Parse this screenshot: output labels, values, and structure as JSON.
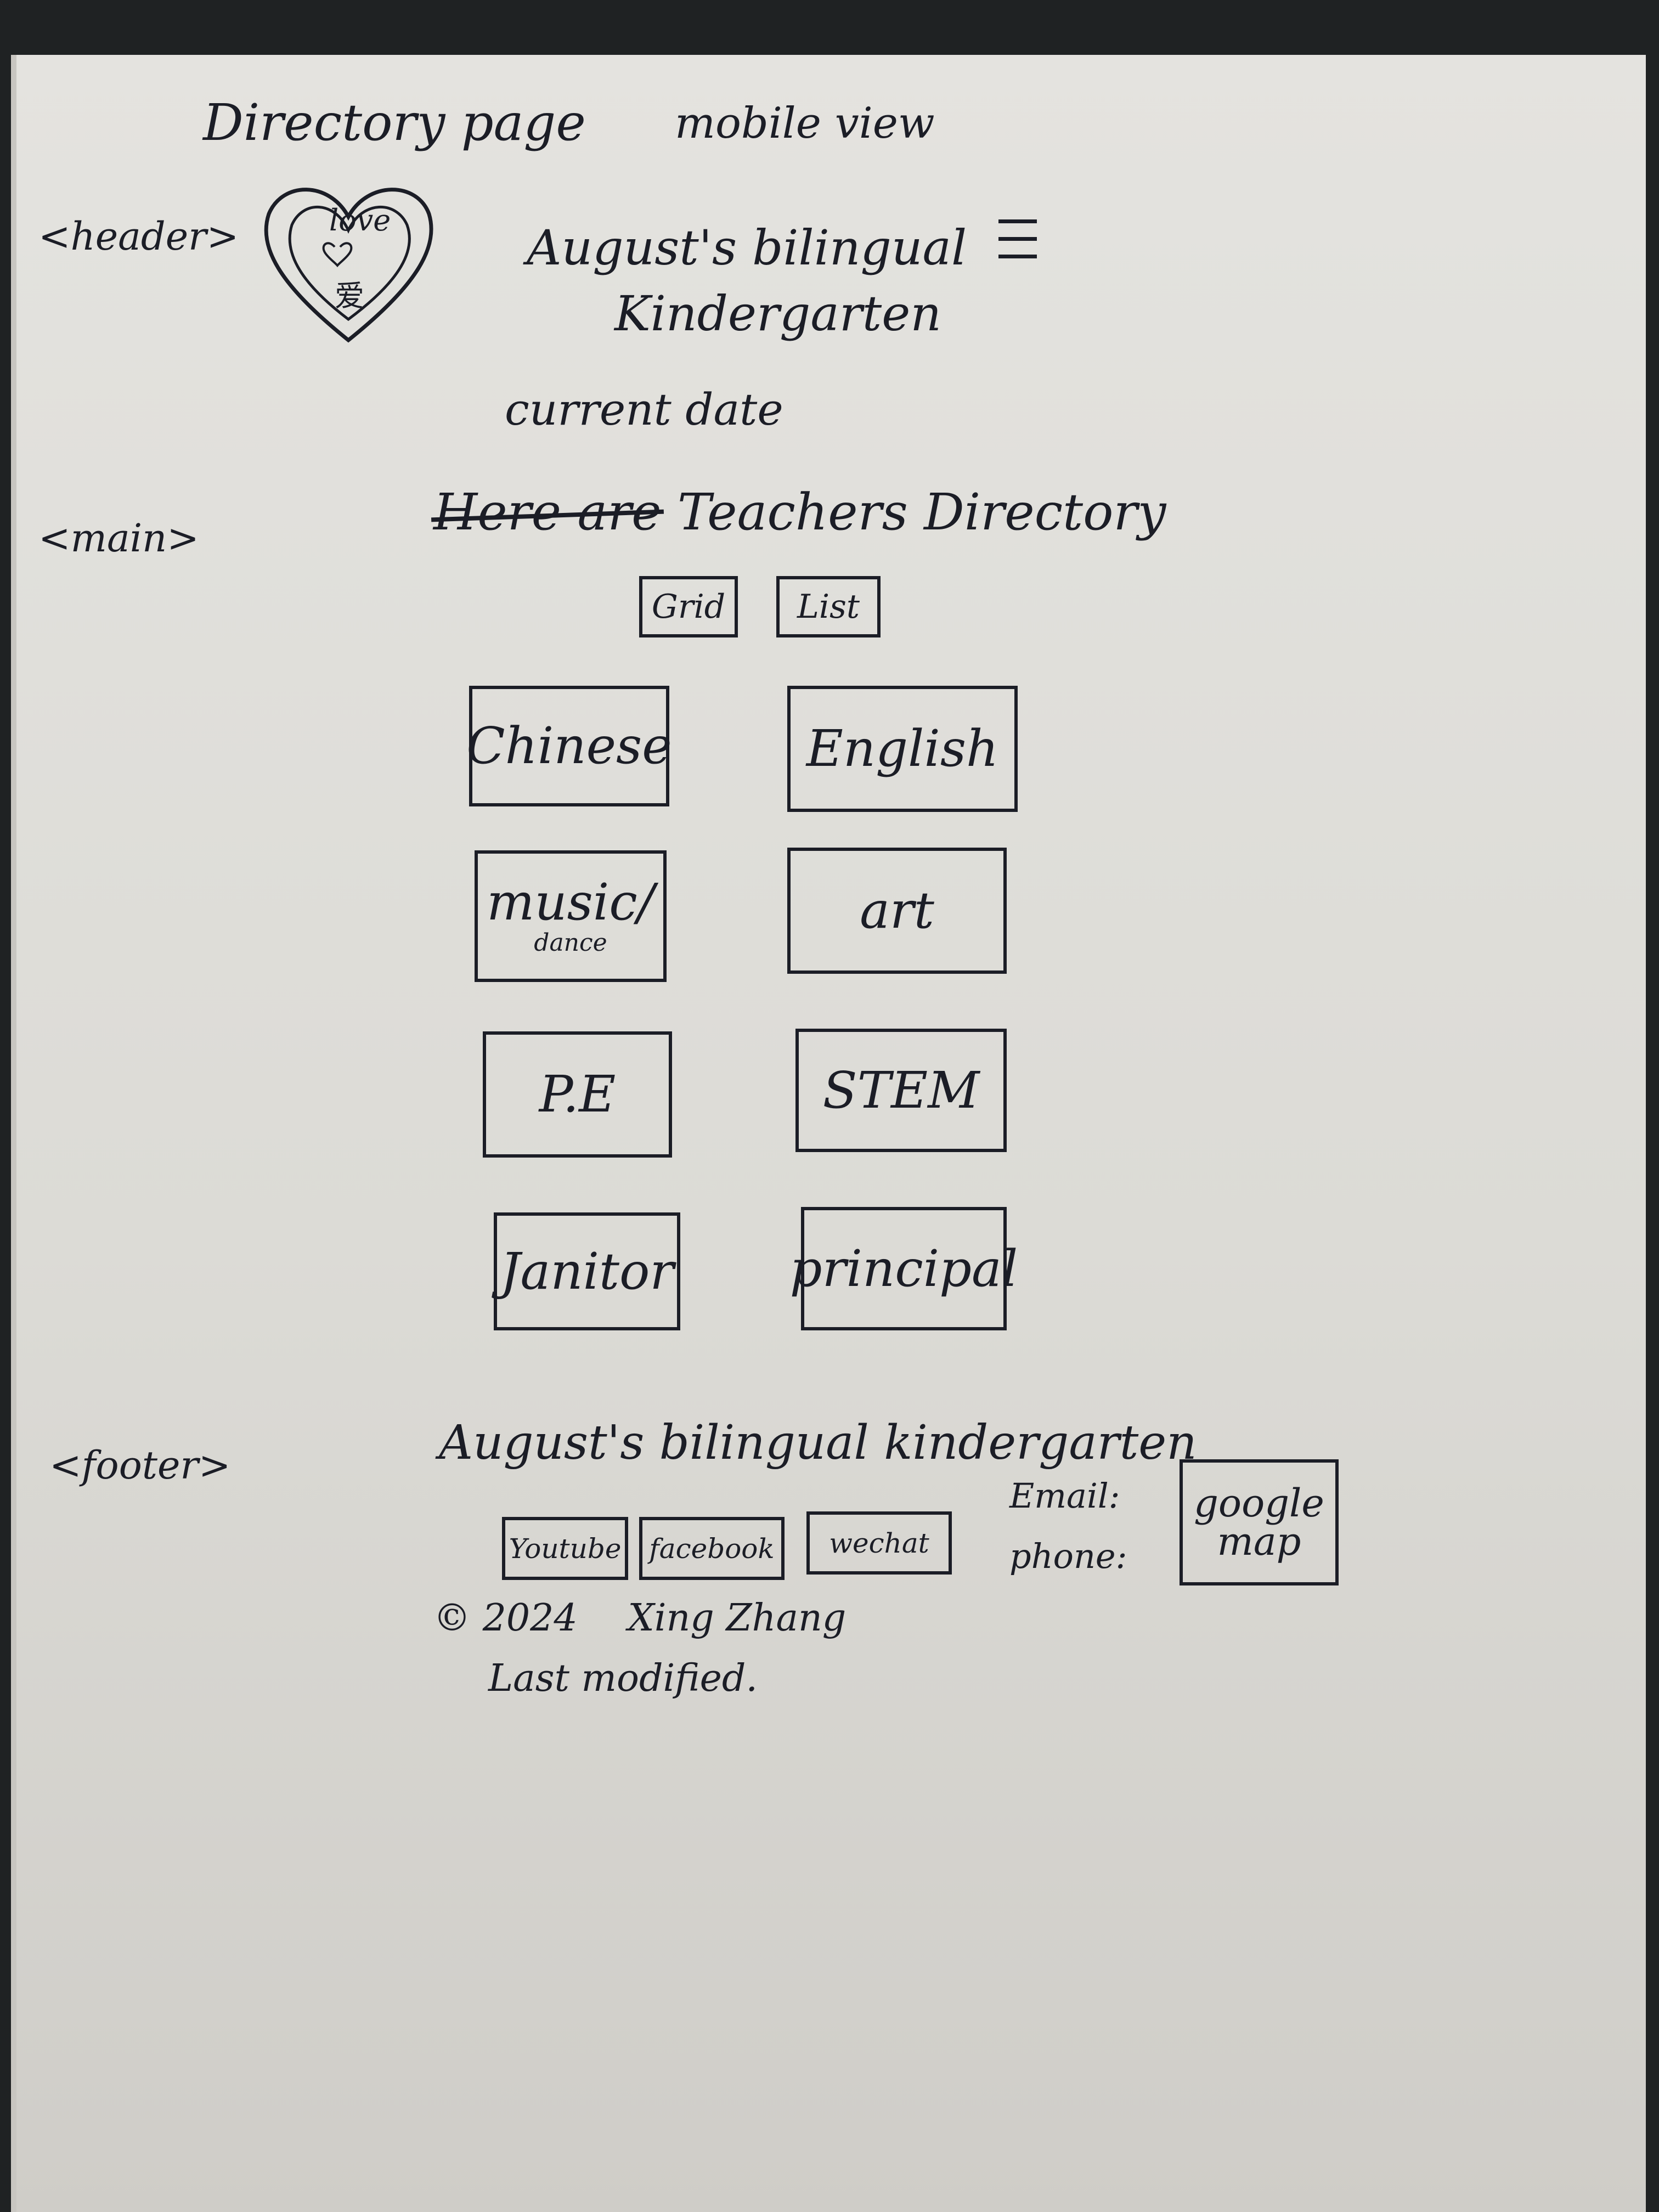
{
  "sketch": {
    "title": "Directory page",
    "view_label": "mobile view"
  },
  "sections": {
    "header": "<header>",
    "main": "<main>",
    "footer": "<footer>"
  },
  "header": {
    "logo_text": "love",
    "logo_hanzi": "爱",
    "site_name_line1": "August's bilingual",
    "site_name_line2": "Kindergarten",
    "menu_icon": "hamburger-menu-icon",
    "date_label": "current date"
  },
  "main": {
    "heading_struck": "Here are",
    "heading": "Teachers Directory",
    "view_toggle": [
      "Grid",
      "List"
    ],
    "departments": [
      {
        "name": "Chinese",
        "sub": ""
      },
      {
        "name": "English",
        "sub": ""
      },
      {
        "name": "music/",
        "sub": "dance"
      },
      {
        "name": "art",
        "sub": ""
      },
      {
        "name": "P.E",
        "sub": ""
      },
      {
        "name": "STEM",
        "sub": ""
      },
      {
        "name": "Janitor",
        "sub": ""
      },
      {
        "name": "principal",
        "sub": ""
      }
    ]
  },
  "footer": {
    "site_name": "August's bilingual kindergarten",
    "social": [
      "Youtube",
      "facebook",
      "wechat"
    ],
    "email_label": "Email:",
    "phone_label": "phone:",
    "map_line1": "google",
    "map_line2": "map",
    "copyright_symbol": "©",
    "copyright": "2024",
    "author": "Xing Zhang",
    "last_modified": "Last modified."
  },
  "colors": {
    "ink": "#1b1d26",
    "paper": "#e1e0dc",
    "background": "#1f2223"
  }
}
